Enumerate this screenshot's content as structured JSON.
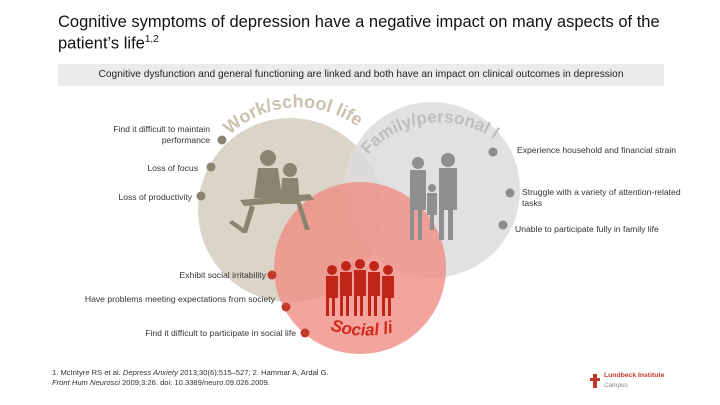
{
  "title": {
    "text": "Cognitive symptoms of depression have a negative impact on many aspects of the patient’s life",
    "sup": "1,2"
  },
  "banner": "Cognitive dysfunction and general functioning are linked and both have an impact on clinical outcomes in depression",
  "circles": {
    "work": {
      "label": "Work/school life",
      "color": "#d9d3c5"
    },
    "family": {
      "label": "Family/personal life",
      "color": "#dcdcdc"
    },
    "social": {
      "label": "Social life",
      "color": "#ef8a80"
    }
  },
  "left_items": [
    "Find it difficult to maintain performance",
    "Loss of focus",
    "Loss of productivity"
  ],
  "right_items": [
    "Experience household and financial strain",
    "Struggle with a variety of attention-related tasks",
    "Unable to participate fully in family life"
  ],
  "bottom_items": [
    "Exhibit social irritability",
    "Have problems meeting expectations from society",
    "Find it difficult to participate in social life"
  ],
  "footnote": {
    "line1_pre": "1. McIntyre RS et al. ",
    "line1_journal": "Depress Anxiety",
    "line1_post": " 2013;30(6):515–527; 2. Hammar A, Ardal G.",
    "line2_journal": "Front Hum Neurosci",
    "line2_post": " 2009;3:26. doi: 10.3389/neuro.09.026.2009."
  },
  "logo": {
    "line1": "Lundbeck Institute",
    "line2": "Campus",
    "color": "#c0392b"
  },
  "colors": {
    "left_dot": "#8a8470",
    "right_dot": "#8c8c8c",
    "bottom_dot": "#c0392b"
  }
}
